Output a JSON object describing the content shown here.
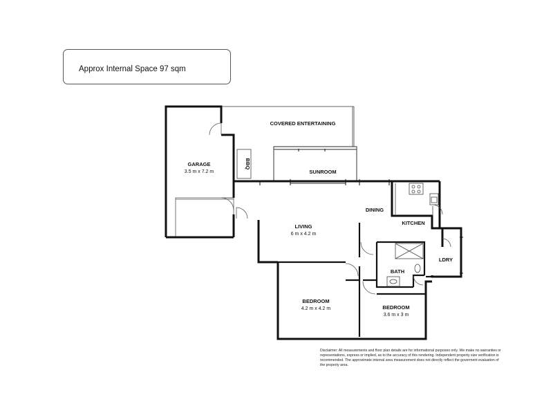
{
  "header": {
    "internal_space": "Approx Internal Space 97 sqm"
  },
  "rooms": {
    "covered_entertaining": {
      "name": "COVERED ENTERTAINING"
    },
    "garage": {
      "name": "GARAGE",
      "dims": "3.5 m x 7.2 m"
    },
    "bbq": {
      "name": "BBQ"
    },
    "sunroom": {
      "name": "SUNROOM"
    },
    "dining": {
      "name": "DINING"
    },
    "kitchen": {
      "name": "KITCHEN"
    },
    "living": {
      "name": "LIVING",
      "dims": "6 m x 4.2 m"
    },
    "bath": {
      "name": "BATH"
    },
    "laundry": {
      "name": "LDRY"
    },
    "bedroom_1": {
      "name": "BEDROOM",
      "dims": "4.2 m x 4.2 m"
    },
    "bedroom_2": {
      "name": "BEDROOM",
      "dims": "3.6 m x 3 m"
    }
  },
  "disclaimer": "Disclaimer: All measurements and floor plan details are for informational purposes only. We  make no warranties or representations, express or implied, as to the accuracy of this rendering. Independent property size verification is recommended. The approximate internal area measurement does not directly reflect the goverment evaluation of the property area."
}
